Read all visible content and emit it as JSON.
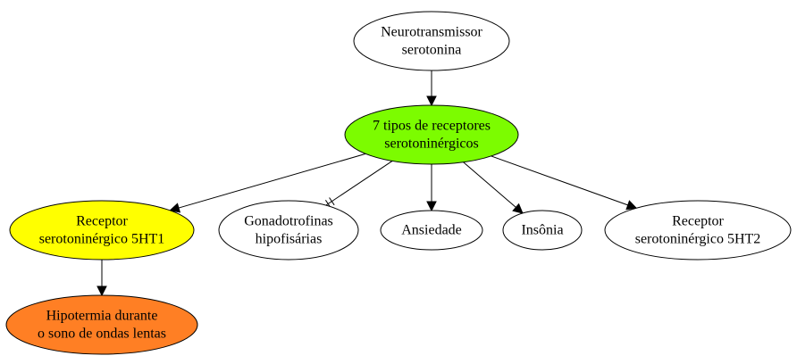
{
  "diagram": {
    "nodes": {
      "serotonina": {
        "lines": [
          "Neurotransmissor",
          "serotonina"
        ],
        "fill": "#ffffff"
      },
      "receptores": {
        "lines": [
          "7 tipos de receptores",
          "serotoninérgicos"
        ],
        "fill": "#7cfc00"
      },
      "receptor_5ht1": {
        "lines": [
          "Receptor",
          "serotoninérgico 5HT1"
        ],
        "fill": "#ffff00"
      },
      "gonadotrofinas": {
        "lines": [
          "Gonadotrofinas",
          "hipofisárias"
        ],
        "fill": "#ffffff"
      },
      "ansiedade": {
        "lines": [
          "Ansiedade"
        ],
        "fill": "#ffffff"
      },
      "insonia": {
        "lines": [
          "Insônia"
        ],
        "fill": "#ffffff"
      },
      "receptor_5ht2": {
        "lines": [
          "Receptor",
          "serotoninérgico 5HT2"
        ],
        "fill": "#ffffff"
      },
      "hipotermia": {
        "lines": [
          "Hipotermia durante",
          "o sono de ondas lentas"
        ],
        "fill": "#ff7f24"
      }
    },
    "edges": [
      {
        "from": "serotonina",
        "to": "receptores",
        "arrow": "normal"
      },
      {
        "from": "receptores",
        "to": "receptor_5ht1",
        "arrow": "normal"
      },
      {
        "from": "receptores",
        "to": "gonadotrofinas",
        "arrow": "tee-double"
      },
      {
        "from": "receptores",
        "to": "ansiedade",
        "arrow": "normal"
      },
      {
        "from": "receptores",
        "to": "insonia",
        "arrow": "normal"
      },
      {
        "from": "receptores",
        "to": "receptor_5ht2",
        "arrow": "normal"
      },
      {
        "from": "receptor_5ht1",
        "to": "hipotermia",
        "arrow": "normal"
      }
    ]
  }
}
